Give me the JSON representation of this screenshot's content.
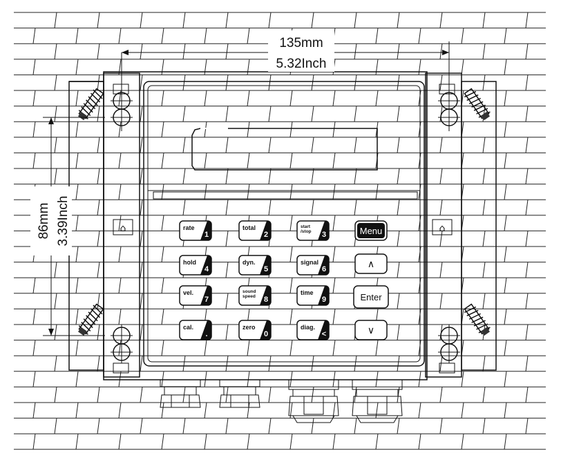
{
  "dimensions": {
    "width_mm": "135mm",
    "width_inch": "5.32Inch",
    "height_mm": "86mm",
    "height_inch": "3.39Inch"
  },
  "keypad": {
    "keys": [
      {
        "label": "rate",
        "digit": "1"
      },
      {
        "label": "total",
        "digit": "2"
      },
      {
        "label": "start\n/stop",
        "digit": "3"
      },
      {
        "label": "hold",
        "digit": "4"
      },
      {
        "label": "dyn.",
        "digit": "5"
      },
      {
        "label": "signal",
        "digit": "6"
      },
      {
        "label": "vel.",
        "digit": "7"
      },
      {
        "label": "sound\nspeed",
        "digit": "8"
      },
      {
        "label": "time",
        "digit": "9"
      },
      {
        "label": "cal.",
        "digit": "."
      },
      {
        "label": "zero",
        "digit": "0"
      },
      {
        "label": "diag.",
        "digit": "<"
      }
    ],
    "menu_label": "Menu",
    "enter_label": "Enter",
    "up_glyph": "∧",
    "down_glyph": "∨"
  }
}
